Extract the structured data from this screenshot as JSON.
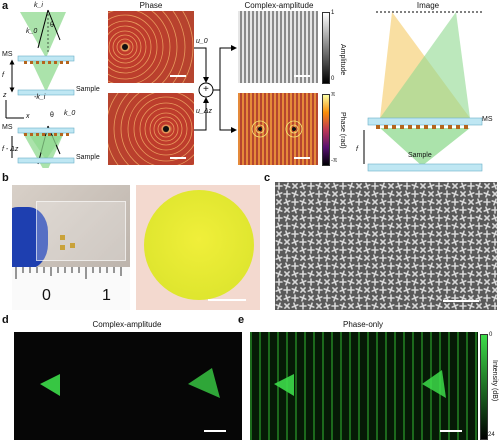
{
  "panels": {
    "a": {
      "label": "a",
      "titles": {
        "phase": "Phase",
        "complex": "Complex-amplitude",
        "image": "Image"
      },
      "geometry_top": {
        "ms": "MS",
        "sample": "Sample",
        "ki": "k_i",
        "k0": "k_0",
        "theta": "θ",
        "f": "f"
      },
      "geometry_bottom": {
        "ms": "MS",
        "sample": "Sample",
        "ki": "-k_i",
        "k0": "k_0",
        "theta": "θ",
        "f": "f - Δz"
      },
      "axes": {
        "z": "z",
        "x": "x"
      },
      "flow": {
        "u0": "u_0",
        "udz": "u_Δz",
        "plus": "+"
      },
      "amplitude_bar": {
        "label": "Amplitude",
        "max": "1",
        "min": "0"
      },
      "phase_bar": {
        "label": "Phase (rad)",
        "max": "π",
        "min": "-π"
      },
      "right": {
        "ms": "MS",
        "sample": "Sample",
        "f": "f"
      }
    },
    "b": {
      "label": "b",
      "ruler": [
        "0",
        "1"
      ]
    },
    "c": {
      "label": "c"
    },
    "d": {
      "label": "d",
      "title": "Complex-amplitude"
    },
    "e": {
      "label": "e",
      "title": "Phase-only",
      "bar": {
        "label": "Intensity (dB)",
        "max": "0",
        "min": "-24"
      }
    }
  },
  "colors": {
    "sample_plate": "#bfe7f3",
    "beam_green": "#8fd98f",
    "beam_yellow": "#f7d27a",
    "metasurface": "#b5651d",
    "signal_green": "#3ddc4a"
  }
}
